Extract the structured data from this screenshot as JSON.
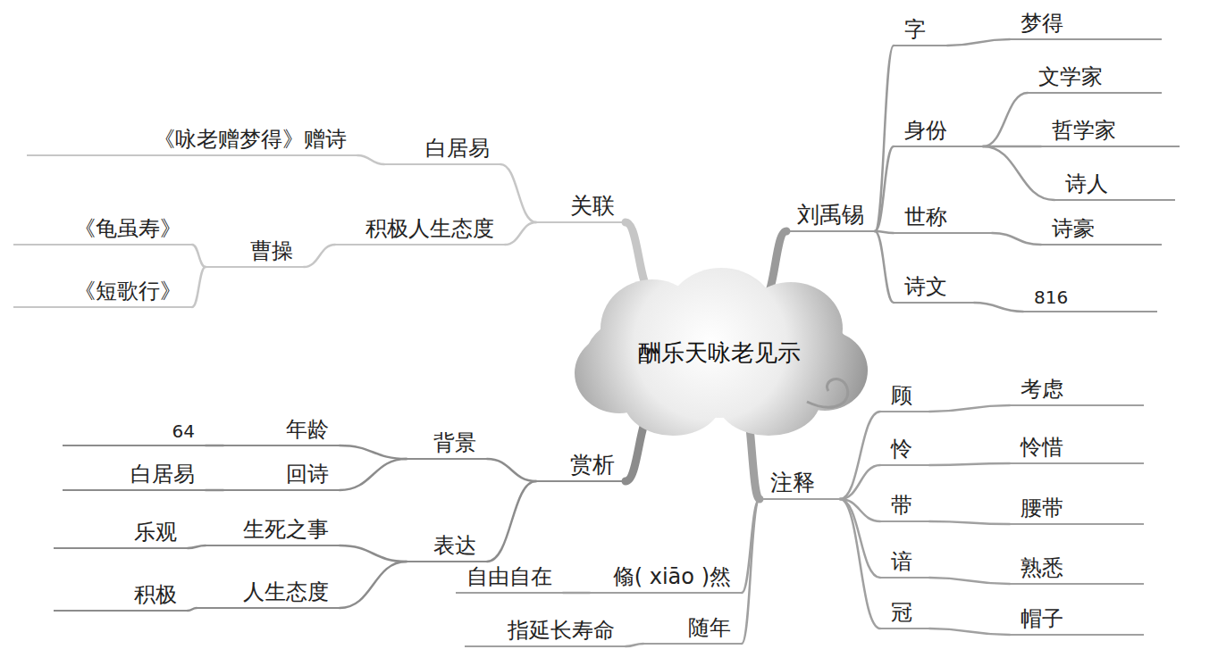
{
  "diagram": {
    "nodes": [
      {
        "text": [
          "酬乐天咏老见示"
        ]
      },
      {
        "text": [
          "刘禹锡"
        ]
      },
      {
        "text": [
          "字"
        ]
      },
      {
        "text": [
          "梦得"
        ]
      },
      {
        "text": [
          "身份"
        ]
      },
      {
        "text": [
          "文学家"
        ]
      },
      {
        "text": [
          "哲学家"
        ]
      },
      {
        "text": [
          "诗人"
        ]
      },
      {
        "text": [
          "世称"
        ]
      },
      {
        "text": [
          "诗豪"
        ]
      },
      {
        "text": [
          "诗文"
        ]
      },
      {
        "text": [
          "816"
        ]
      },
      {
        "text": [
          "关联"
        ]
      },
      {
        "text": [
          "白居易"
        ]
      },
      {
        "text": [
          "《咏老赠梦得》赠诗"
        ]
      },
      {
        "text": [
          "积极人生态度"
        ]
      },
      {
        "text": [
          "曹操"
        ]
      },
      {
        "text": [
          "《龟虽寿》"
        ]
      },
      {
        "text": [
          "《短歌行》"
        ]
      },
      {
        "text": [
          "赏析"
        ]
      },
      {
        "text": [
          "背景"
        ]
      },
      {
        "text": [
          "年龄"
        ]
      },
      {
        "text": [
          "64"
        ]
      },
      {
        "text": [
          "回诗"
        ]
      },
      {
        "text": [
          "白居易"
        ]
      },
      {
        "text": [
          "表达"
        ]
      },
      {
        "text": [
          "生死之事"
        ]
      },
      {
        "text": [
          "乐观"
        ]
      },
      {
        "text": [
          "人生态度"
        ]
      },
      {
        "text": [
          "积极"
        ]
      },
      {
        "text": [
          "注释"
        ]
      },
      {
        "text": [
          "顾"
        ]
      },
      {
        "text": [
          "考虑"
        ]
      },
      {
        "text": [
          "怜"
        ]
      },
      {
        "text": [
          "怜惜"
        ]
      },
      {
        "text": [
          "带"
        ]
      },
      {
        "text": [
          "腰带"
        ]
      },
      {
        "text": [
          "谙"
        ]
      },
      {
        "text": [
          "熟悉"
        ]
      },
      {
        "text": [
          "冠"
        ]
      },
      {
        "text": [
          "帽子"
        ]
      },
      {
        "text": [
          "翛( xiāo )然"
        ]
      },
      {
        "text": [
          "自由自在"
        ]
      },
      {
        "text": [
          "随年"
        ]
      },
      {
        "text": [
          "指延长寿命"
        ]
      }
    ],
    "edges": [
      {
        "from": 0,
        "to": 1,
        "arrow": "none"
      },
      {
        "from": 1,
        "to": 2,
        "arrow": "none"
      },
      {
        "from": 2,
        "to": 3,
        "arrow": "none"
      },
      {
        "from": 1,
        "to": 4,
        "arrow": "none"
      },
      {
        "from": 4,
        "to": 5,
        "arrow": "none"
      },
      {
        "from": 4,
        "to": 6,
        "arrow": "none"
      },
      {
        "from": 4,
        "to": 7,
        "arrow": "none"
      },
      {
        "from": 1,
        "to": 8,
        "arrow": "none"
      },
      {
        "from": 8,
        "to": 9,
        "arrow": "none"
      },
      {
        "from": 1,
        "to": 10,
        "arrow": "none"
      },
      {
        "from": 10,
        "to": 11,
        "arrow": "none"
      },
      {
        "from": 0,
        "to": 12,
        "arrow": "none"
      },
      {
        "from": 12,
        "to": 13,
        "arrow": "none"
      },
      {
        "from": 13,
        "to": 14,
        "arrow": "none"
      },
      {
        "from": 12,
        "to": 15,
        "arrow": "none"
      },
      {
        "from": 15,
        "to": 16,
        "arrow": "none"
      },
      {
        "from": 16,
        "to": 17,
        "arrow": "none"
      },
      {
        "from": 16,
        "to": 18,
        "arrow": "none"
      },
      {
        "from": 0,
        "to": 19,
        "arrow": "none"
      },
      {
        "from": 19,
        "to": 20,
        "arrow": "none"
      },
      {
        "from": 20,
        "to": 21,
        "arrow": "none"
      },
      {
        "from": 21,
        "to": 22,
        "arrow": "none"
      },
      {
        "from": 20,
        "to": 23,
        "arrow": "none"
      },
      {
        "from": 23,
        "to": 24,
        "arrow": "none"
      },
      {
        "from": 19,
        "to": 25,
        "arrow": "none"
      },
      {
        "from": 25,
        "to": 26,
        "arrow": "none"
      },
      {
        "from": 26,
        "to": 27,
        "arrow": "none"
      },
      {
        "from": 25,
        "to": 28,
        "arrow": "none"
      },
      {
        "from": 28,
        "to": 29,
        "arrow": "none"
      },
      {
        "from": 0,
        "to": 30,
        "arrow": "none"
      },
      {
        "from": 30,
        "to": 31,
        "arrow": "none"
      },
      {
        "from": 31,
        "to": 32,
        "arrow": "none"
      },
      {
        "from": 30,
        "to": 33,
        "arrow": "none"
      },
      {
        "from": 33,
        "to": 34,
        "arrow": "none"
      },
      {
        "from": 30,
        "to": 35,
        "arrow": "none"
      },
      {
        "from": 35,
        "to": 36,
        "arrow": "none"
      },
      {
        "from": 30,
        "to": 37,
        "arrow": "none"
      },
      {
        "from": 37,
        "to": 38,
        "arrow": "none"
      },
      {
        "from": 30,
        "to": 39,
        "arrow": "none"
      },
      {
        "from": 39,
        "to": 40,
        "arrow": "none"
      },
      {
        "from": 30,
        "to": 41,
        "arrow": "none"
      },
      {
        "from": 41,
        "to": 42,
        "arrow": "none"
      },
      {
        "from": 30,
        "to": 43,
        "arrow": "none"
      },
      {
        "from": 43,
        "to": 44,
        "arrow": "none"
      }
    ]
  }
}
